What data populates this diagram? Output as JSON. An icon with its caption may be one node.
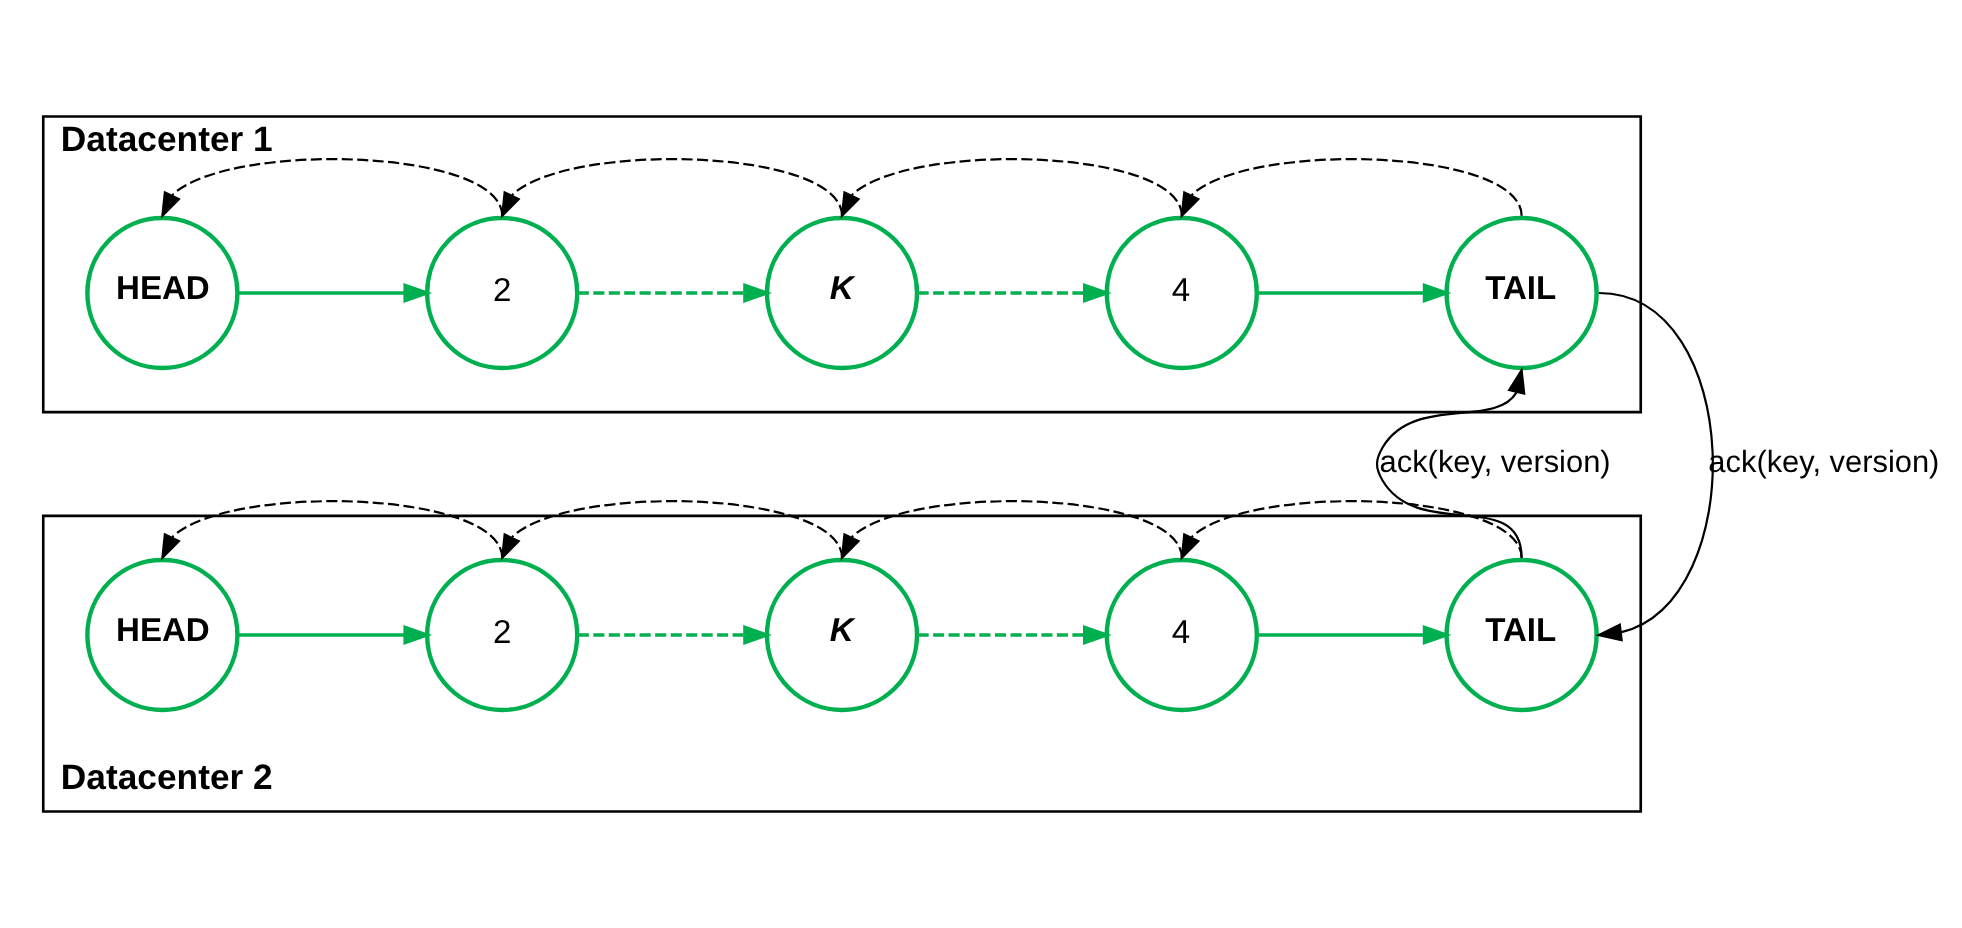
{
  "diagram": {
    "nodes": [
      {
        "text": [
          "Datacenter 1"
        ]
      },
      {
        "text": [
          "HEAD"
        ],
        "in": 0
      },
      {
        "text": [
          "2"
        ],
        "in": 0
      },
      {
        "text": [
          "K"
        ],
        "in": 0
      },
      {
        "text": [
          "4"
        ],
        "in": 0
      },
      {
        "text": [
          "TAIL"
        ],
        "in": 0
      },
      {
        "text": [
          "Datacenter 2"
        ]
      },
      {
        "text": [
          "HEAD"
        ],
        "in": 6
      },
      {
        "text": [
          "2"
        ],
        "in": 6
      },
      {
        "text": [
          "K"
        ],
        "in": 6
      },
      {
        "text": [
          "4"
        ],
        "in": 6
      },
      {
        "text": [
          "TAIL"
        ],
        "in": 6
      }
    ],
    "edges": [
      {
        "from": 1,
        "to": 2,
        "arrow": "to",
        "color": "#00b050"
      },
      {
        "from": 2,
        "to": 3,
        "arrow": "to",
        "style": "dashed",
        "color": "#00b050"
      },
      {
        "from": 3,
        "to": 4,
        "arrow": "to",
        "style": "dashed",
        "color": "#00b050"
      },
      {
        "from": 4,
        "to": 5,
        "arrow": "to",
        "color": "#00b050"
      },
      {
        "from": 2,
        "to": 1,
        "arrow": "to",
        "style": "dashed"
      },
      {
        "from": 3,
        "to": 2,
        "arrow": "to",
        "style": "dashed"
      },
      {
        "from": 4,
        "to": 3,
        "arrow": "to",
        "style": "dashed"
      },
      {
        "from": 5,
        "to": 4,
        "arrow": "to",
        "style": "dashed"
      },
      {
        "from": 7,
        "to": 8,
        "arrow": "to",
        "color": "#00b050"
      },
      {
        "from": 8,
        "to": 9,
        "arrow": "to",
        "style": "dashed",
        "color": "#00b050"
      },
      {
        "from": 9,
        "to": 10,
        "arrow": "to",
        "style": "dashed",
        "color": "#00b050"
      },
      {
        "from": 10,
        "to": 11,
        "arrow": "to",
        "color": "#00b050"
      },
      {
        "from": 8,
        "to": 7,
        "arrow": "to",
        "style": "dashed"
      },
      {
        "from": 9,
        "to": 8,
        "arrow": "to",
        "style": "dashed"
      },
      {
        "from": 10,
        "to": 9,
        "arrow": "to",
        "style": "dashed"
      },
      {
        "from": 11,
        "to": 10,
        "arrow": "to",
        "style": "dashed"
      },
      {
        "from": 11,
        "to": 5,
        "arrow": "to",
        "label": "ack(key, version)"
      },
      {
        "from": 5,
        "to": 11,
        "arrow": "to",
        "label": "ack(key, version)"
      }
    ]
  }
}
